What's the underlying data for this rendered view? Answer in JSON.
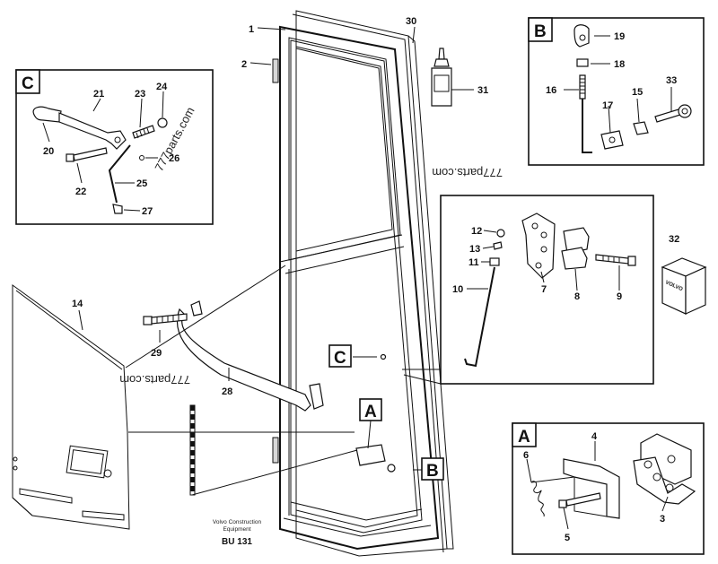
{
  "callouts": {
    "c1": "1",
    "c2": "2",
    "c3": "3",
    "c4": "4",
    "c5": "5",
    "c6": "6",
    "c7": "7",
    "c8": "8",
    "c9": "9",
    "c10": "10",
    "c11": "11",
    "c12": "12",
    "c13": "13",
    "c14": "14",
    "c15": "15",
    "c16": "16",
    "c17": "17",
    "c18": "18",
    "c19": "19",
    "c20": "20",
    "c21": "21",
    "c22": "22",
    "c23": "23",
    "c24": "24",
    "c25": "25",
    "c26": "26",
    "c27": "27",
    "c28": "28",
    "c29": "29",
    "c30": "30",
    "c31": "31",
    "c32": "32",
    "c33": "33"
  },
  "detail_labels": {
    "box_a": "A",
    "box_b": "B",
    "box_c": "C",
    "ref_a": "A",
    "ref_b": "B",
    "ref_c": "C"
  },
  "watermarks": {
    "w1": "777parts.com",
    "w2": "777parts.com",
    "w3": "777parts.com"
  },
  "caption": {
    "line1": "Volvo Construction",
    "line2": "Equipment",
    "code": "BU 131"
  },
  "package_brand": "VOLVO"
}
